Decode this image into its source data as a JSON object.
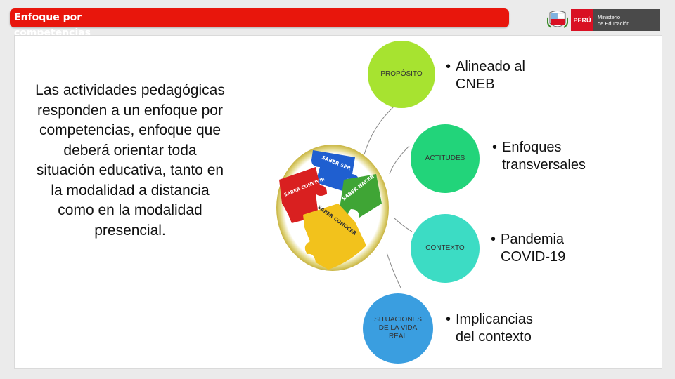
{
  "header": {
    "title": "Enfoque por competencias",
    "logo": {
      "country": "PERÚ",
      "ministry_line1": "Ministerio",
      "ministry_line2": "de Educación"
    }
  },
  "main": {
    "paragraph": "Las actividades pedagógicas responden a un enfoque por competencias, enfoque que deberá orientar toda situación educativa, tanto en la modalidad a distancia como en la modalidad presencial.",
    "puzzle": {
      "pieces": [
        "SABER SER",
        "SABER CONVIVIR",
        "SABER HACER",
        "SABER CONOCER"
      ],
      "colors": {
        "blue": "#1f5fd0",
        "red": "#d92020",
        "green": "#3fa535",
        "yellow": "#f2c21c"
      }
    },
    "circles": [
      {
        "label": "PROPÓSITO",
        "color": "#a7e330"
      },
      {
        "label": "ACTITUDES",
        "color": "#22d47a"
      },
      {
        "label": "CONTEXTO",
        "color": "#3cdcc4"
      },
      {
        "label": "SITUACIONES DE LA VIDA REAL",
        "color": "#3a9ee0"
      }
    ],
    "bullets": [
      {
        "line1": "Alineado al",
        "line2": "CNEB"
      },
      {
        "line1": "Enfoques",
        "line2": "transversales"
      },
      {
        "line1": "Pandemia",
        "line2": "COVID-19"
      },
      {
        "line1": "Implicancias",
        "line2": "del contexto"
      }
    ]
  }
}
